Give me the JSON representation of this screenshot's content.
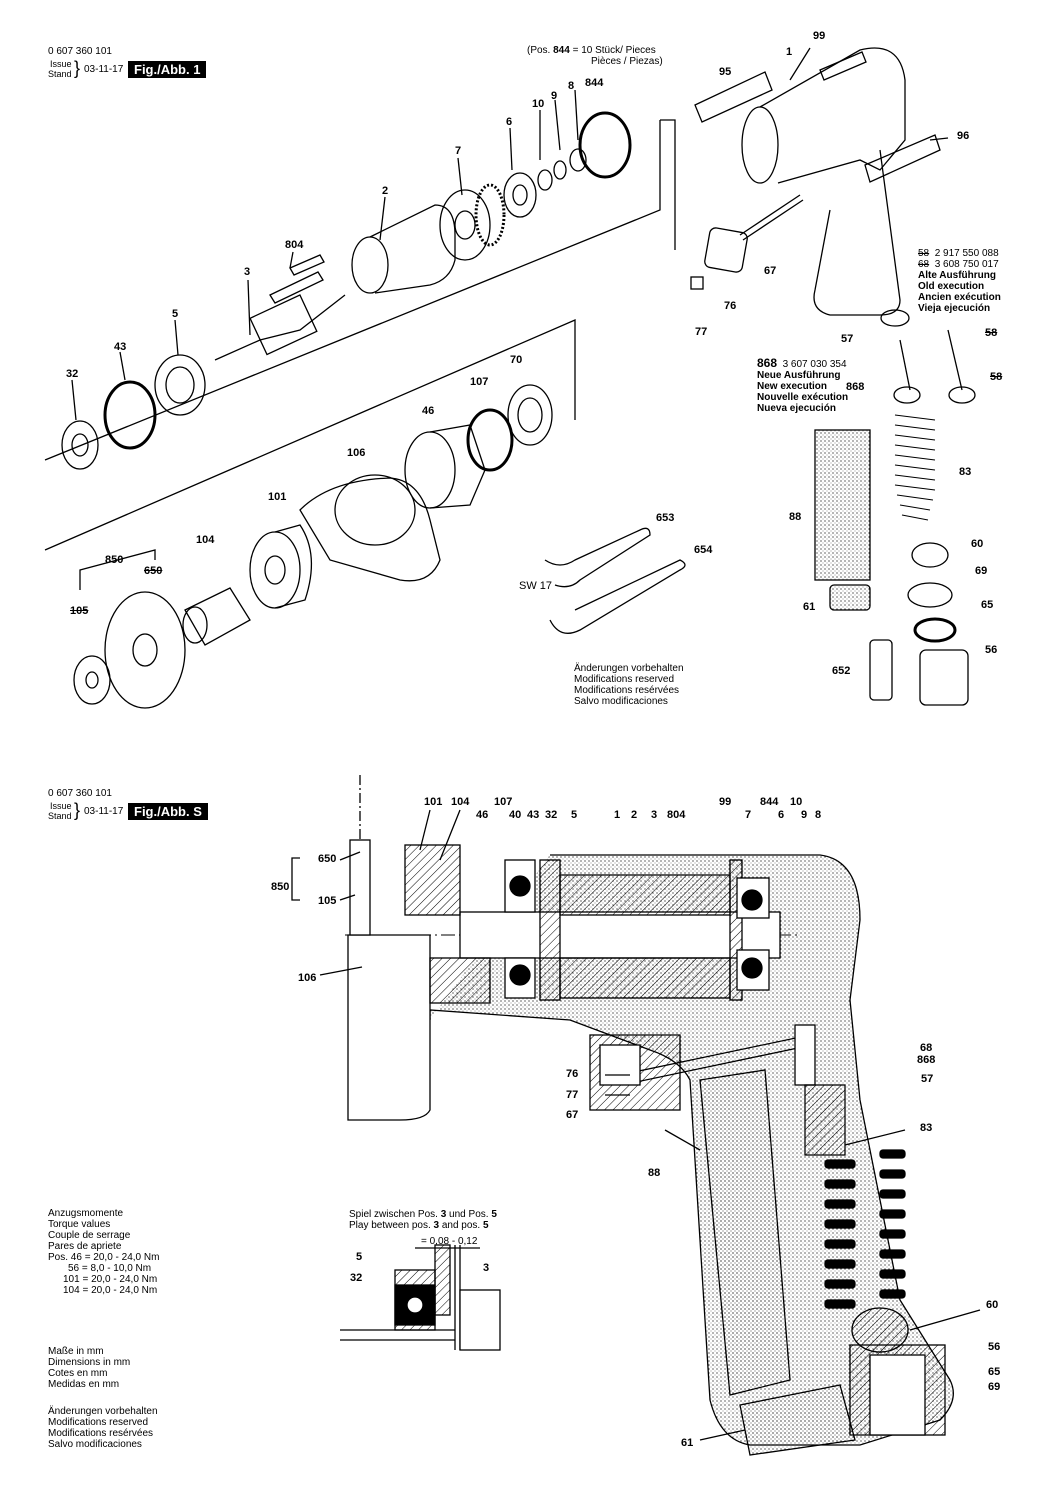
{
  "fig1": {
    "docnum": "0 607 360 101",
    "issue": "Issue",
    "stand": "Stand",
    "date": "03-11-17",
    "badge": "Fig./Abb. 1",
    "pos_note_1a": "(Pos. ",
    "pos_note_1b": "844",
    "pos_note_1c": " = 10 Stück/  Pieces",
    "pos_note_2": "Pièces / Piezas)",
    "old_exec": {
      "l1_num": "58",
      "l1_pn": "2 917 550 088",
      "l2_num": "68",
      "l2_pn": "3 608 750 017",
      "lines": [
        "Alte Ausführung",
        "Old execution",
        "Ancien exécution",
        "Vieja ejecución"
      ]
    },
    "new_exec": {
      "num": "868",
      "pn": "3 607 030 354",
      "lines": [
        "Neue Ausführung",
        "New execution",
        "Nouvelle exécution",
        "Nueva ejecución"
      ]
    },
    "sw": "SW 17",
    "changes": [
      "Änderungen vorbehalten",
      "Modifications reserved",
      "Modifications resérvées",
      "Salvo modificaciones"
    ],
    "labels": {
      "p99": "99",
      "p1": "1",
      "p95": "95",
      "p96": "96",
      "p8": "8",
      "p9": "9",
      "p10": "10",
      "p844": "844",
      "p6": "6",
      "p7": "7",
      "p2": "2",
      "p804": "804",
      "p3": "3",
      "p5": "5",
      "p43": "43",
      "p32": "32",
      "p67": "67",
      "p76": "76",
      "p77": "77",
      "p57": "57",
      "p58a": "58",
      "p58b": "58",
      "p868": "868",
      "p70": "70",
      "p107": "107",
      "p46": "46",
      "p106": "106",
      "p101": "101",
      "p104": "104",
      "p850": "850",
      "p650": "650",
      "p105": "105",
      "p653": "653",
      "p654": "654",
      "p83": "83",
      "p88": "88",
      "p60": "60",
      "p69": "69",
      "p65": "65",
      "p61": "61",
      "p56": "56",
      "p652": "652"
    }
  },
  "figS": {
    "docnum": "0 607 360 101",
    "issue": "Issue",
    "stand": "Stand",
    "date": "03-11-17",
    "badge": "Fig./Abb. S",
    "torque": {
      "lines": [
        "Anzugsmomente",
        "Torque values",
        "Couple de serrage",
        "Pares de apriete"
      ],
      "rows": [
        "Pos. 46 = 20,0 - 24,0 Nm",
        "56 =   8,0 - 10,0 Nm",
        "101 = 20,0 - 24,0 Nm",
        "104 = 20,0 - 24,0 Nm"
      ]
    },
    "dims": [
      "Maße in mm",
      "Dimensions in mm",
      "Cotes en mm",
      "Medidas en mm"
    ],
    "changes": [
      "Änderungen vorbehalten",
      "Modifications reserved",
      "Modifications resérvées",
      "Salvo modificaciones"
    ],
    "play_1a": "Spiel zwischen Pos. ",
    "play_1b": "3",
    "play_1c": " und Pos. ",
    "play_1d": "5",
    "play_2a": "Play between pos. ",
    "play_2b": "3",
    "play_2c": " and pos. ",
    "play_2d": "5",
    "play_value": "= 0,08 - 0,12",
    "labels": {
      "p101": "101",
      "p104": "104",
      "p107": "107",
      "p46": "46",
      "p40": "40",
      "p43": "43",
      "p32": "32",
      "p5": "5",
      "p1": "1",
      "p2": "2",
      "p3": "3",
      "p804": "804",
      "p99": "99",
      "p844": "844",
      "p10": "10",
      "p7": "7",
      "p6": "6",
      "p9": "9",
      "p8": "8",
      "p650": "650",
      "p850": "850",
      "p105": "105",
      "p106": "106",
      "p68": "68",
      "p868": "868",
      "p57": "57",
      "p76": "76",
      "p77": "77",
      "p67": "67",
      "p83": "83",
      "p88": "88",
      "p60": "60",
      "p56": "56",
      "p65": "65",
      "p69": "69",
      "p61": "61",
      "d5": "5",
      "d32": "32",
      "d3": "3"
    }
  }
}
